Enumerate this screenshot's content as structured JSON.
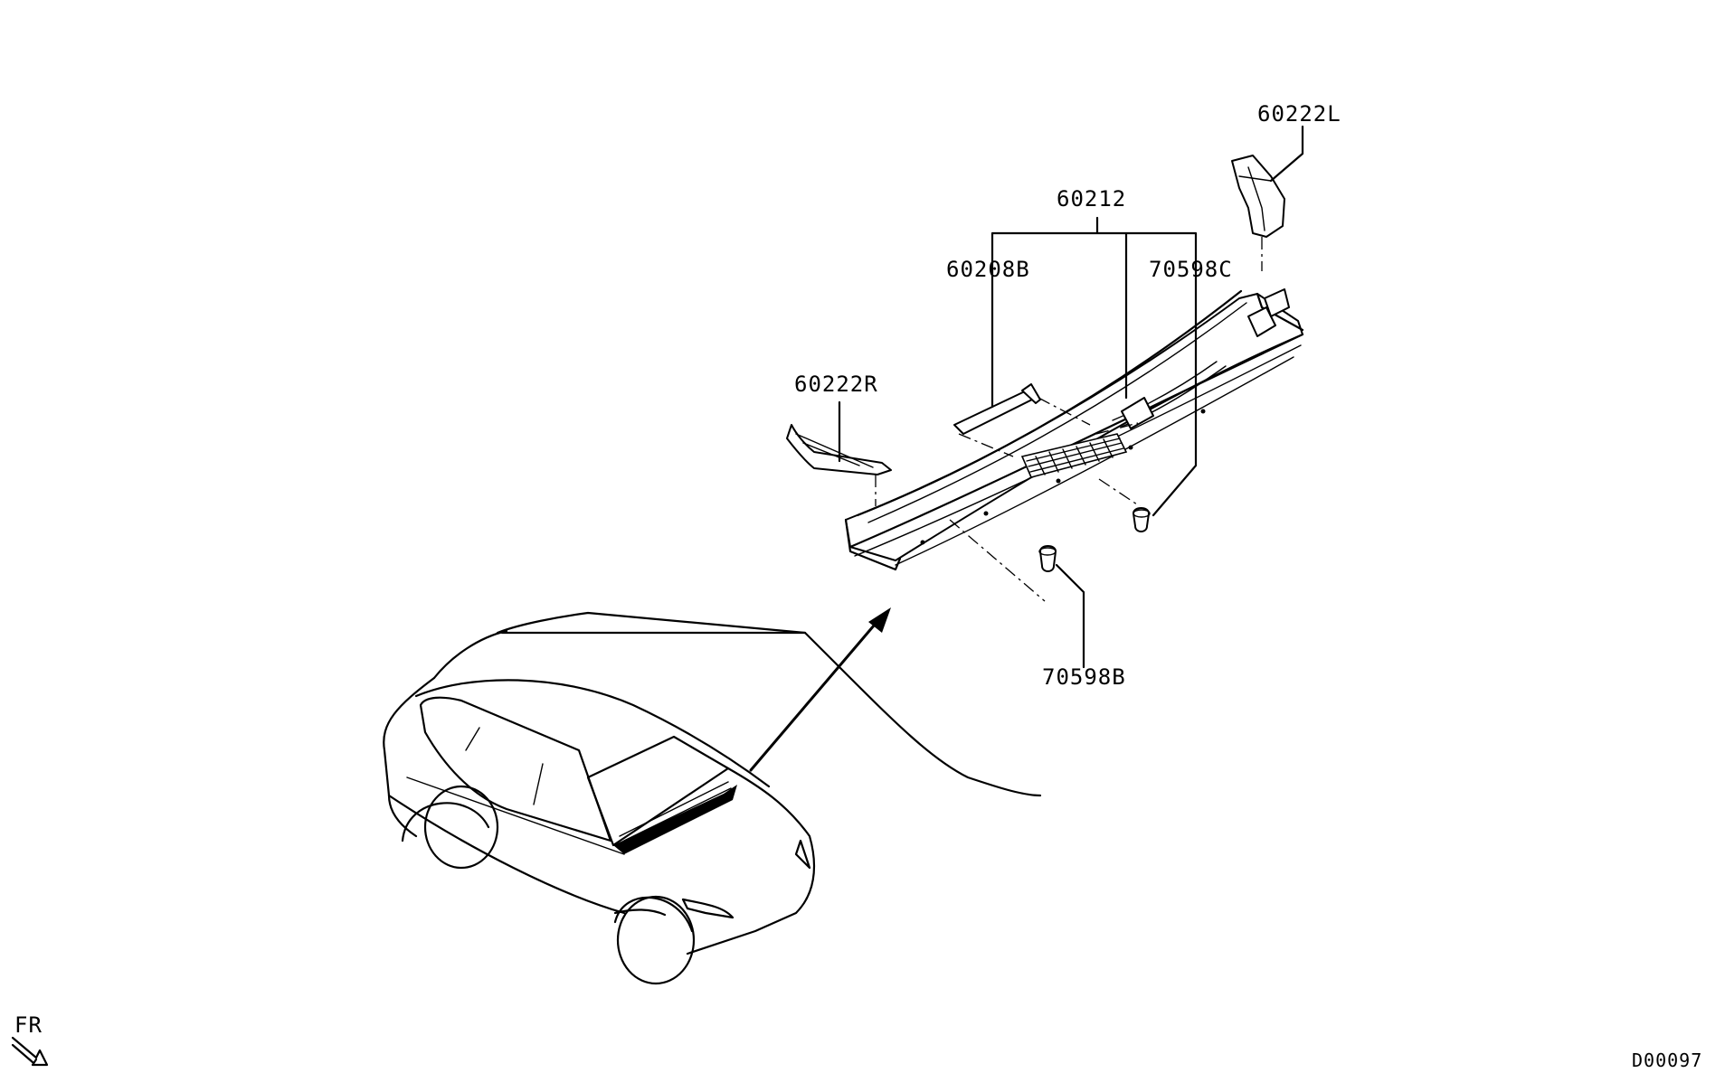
{
  "labels": {
    "cowl_top_assy": "60212",
    "cowl_cover_left": "60222L",
    "cowl_cover_right": "60222R",
    "seal": "60208B",
    "clip_c": "70598C",
    "clip_b": "70598B"
  },
  "orientation": "FR",
  "diagram_code": "D00097",
  "icons": {
    "front_direction": "front-arrow-icon"
  }
}
